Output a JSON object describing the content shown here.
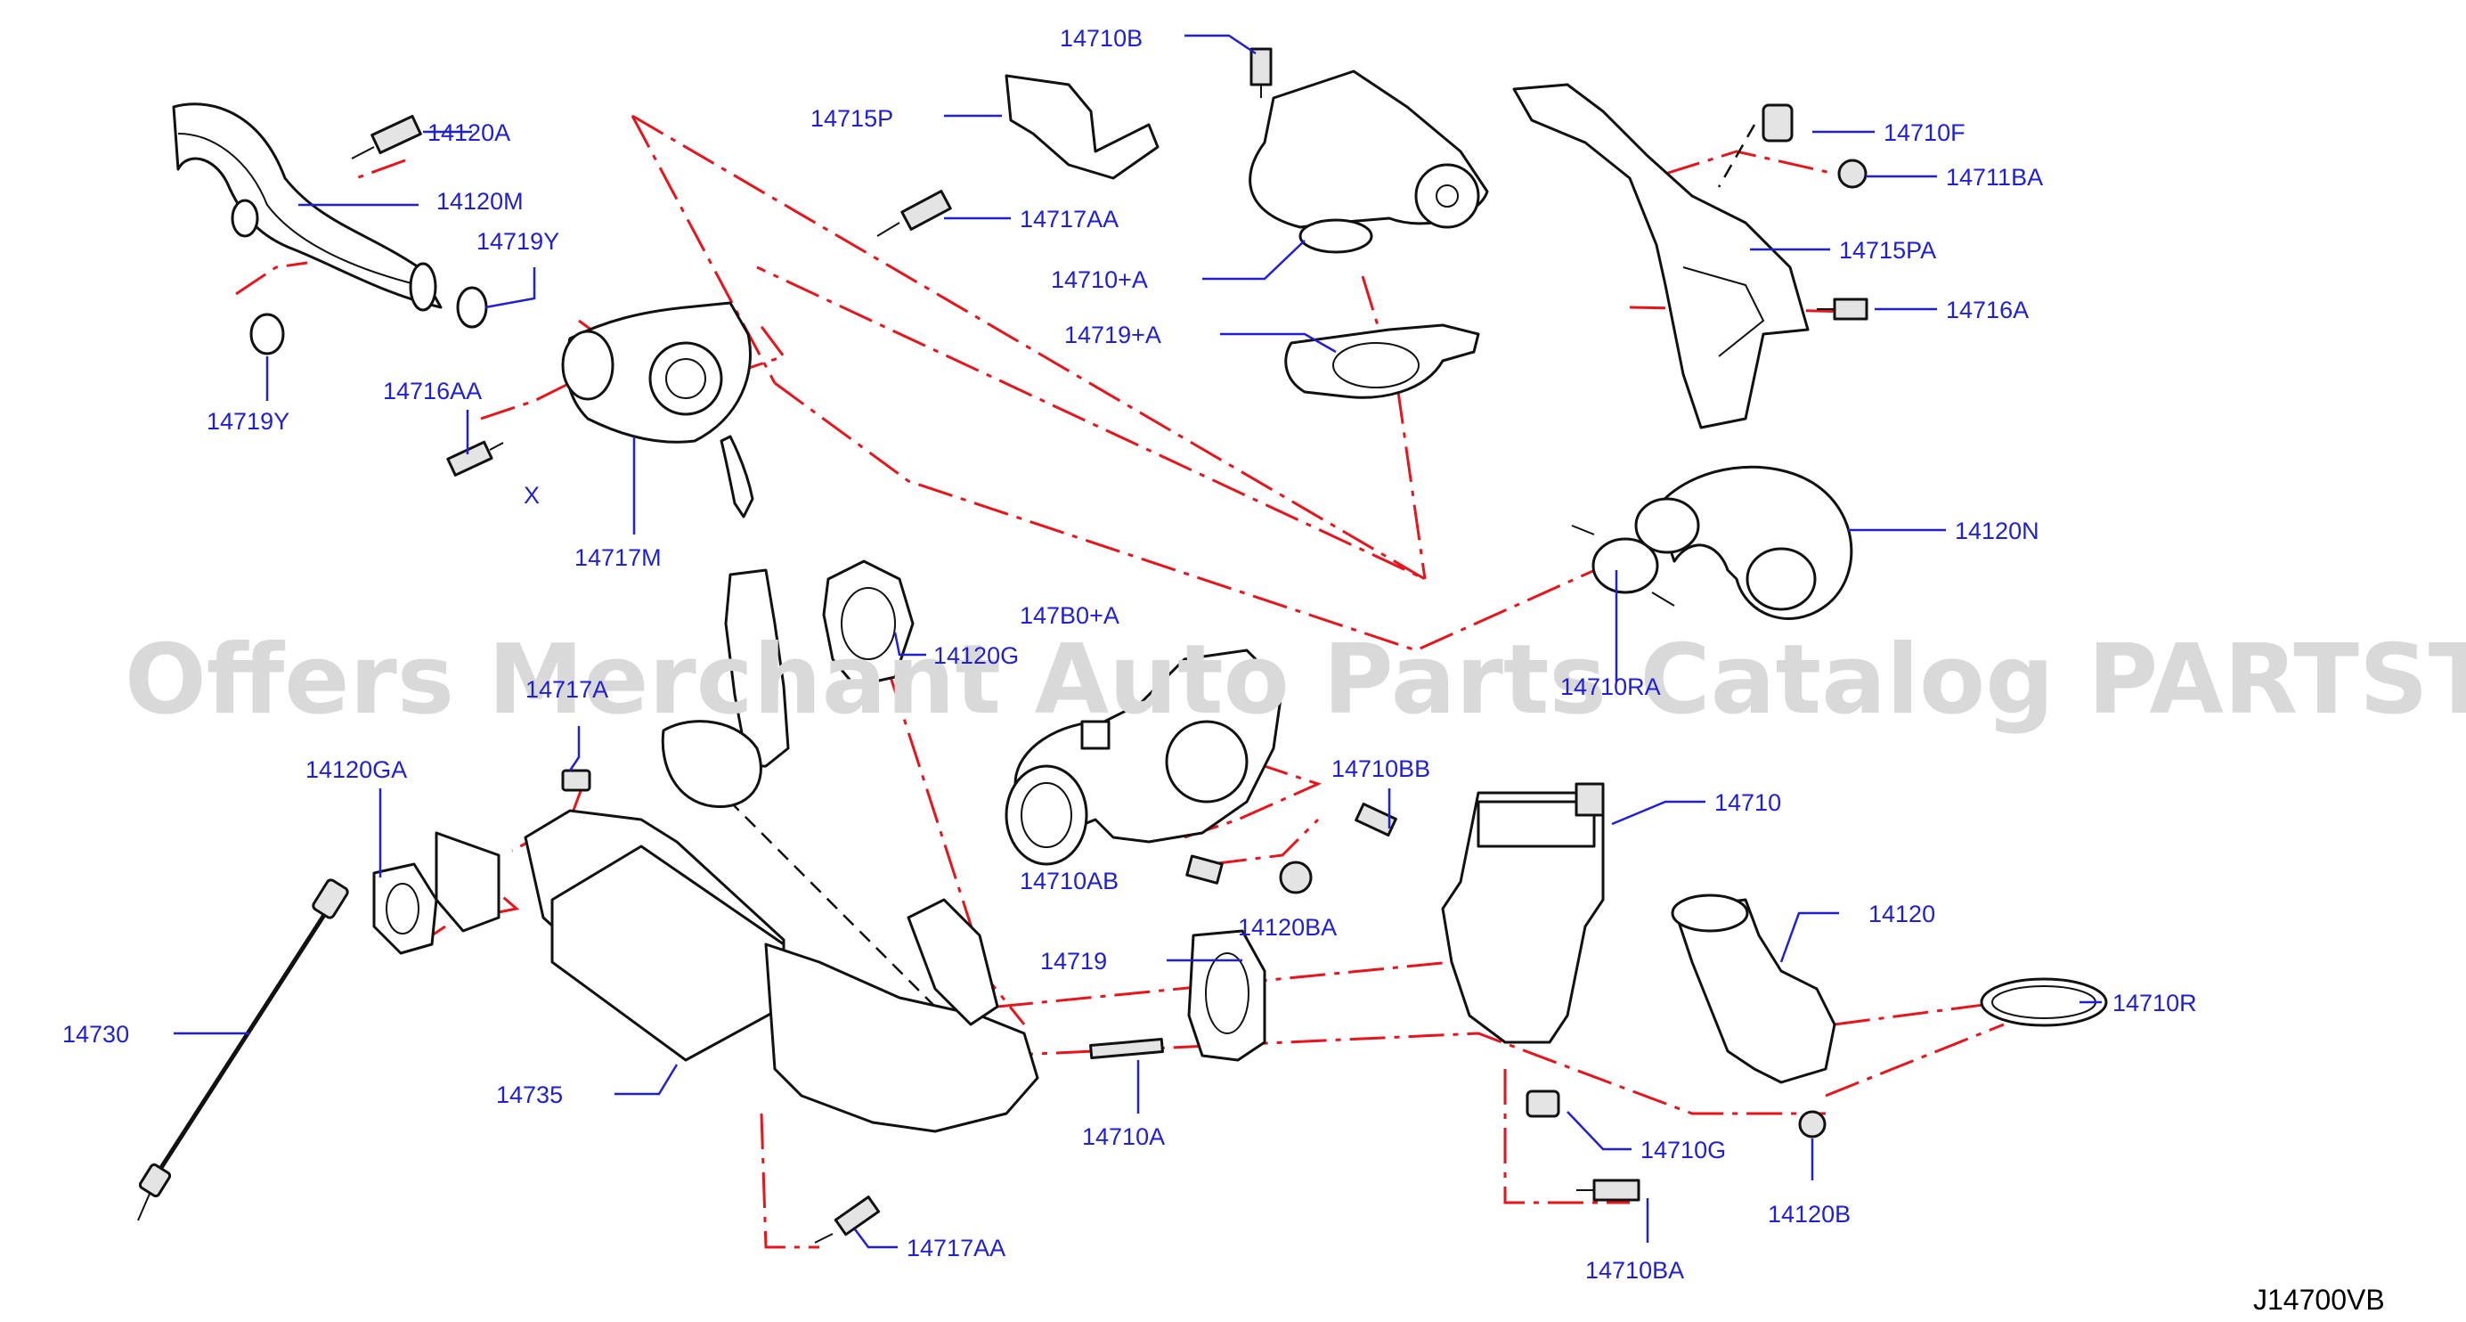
{
  "diagram": {
    "drawing_ref": "J14700VB",
    "watermark": "Offers Merchant Auto Parts Catalog PARTSTORE.SA",
    "colors": {
      "label": "#1f1fd6",
      "assembly_line": "#e8141c",
      "outline": "#111111",
      "watermark": "#d9d9d9"
    },
    "labels": {
      "p14710B": "14710B",
      "p14715P": "14715P",
      "p14710F": "14710F",
      "p14711BA": "14711BA",
      "p14120A": "14120A",
      "p14120M": "14120M",
      "p14719Y_a": "14719Y",
      "p14719Y_b": "14719Y",
      "p14717AA_top": "14717AA",
      "p14710plusA": "14710+A",
      "p14719plusA": "14719+A",
      "p14715PA": "14715PA",
      "p14716A": "14716A",
      "p14716AA": "14716AA",
      "x_mark": "X",
      "p14717M": "14717M",
      "p14120N": "14120N",
      "p147B0plusA": "147B0+A",
      "p14120G": "14120G",
      "p14710RA": "14710RA",
      "p14717A": "14717A",
      "p14120GA": "14120GA",
      "p14710BB": "14710BB",
      "p14710": "14710",
      "p14710AB": "14710AB",
      "p14120BA": "14120BA",
      "p14120": "14120",
      "p14730": "14730",
      "p14719": "14719",
      "p14710R": "14710R",
      "p14735": "14735",
      "p14710A": "14710A",
      "p14710G": "14710G",
      "p14120B": "14120B",
      "p14717AA_bottom": "14717AA",
      "p14710BA": "14710BA"
    }
  }
}
